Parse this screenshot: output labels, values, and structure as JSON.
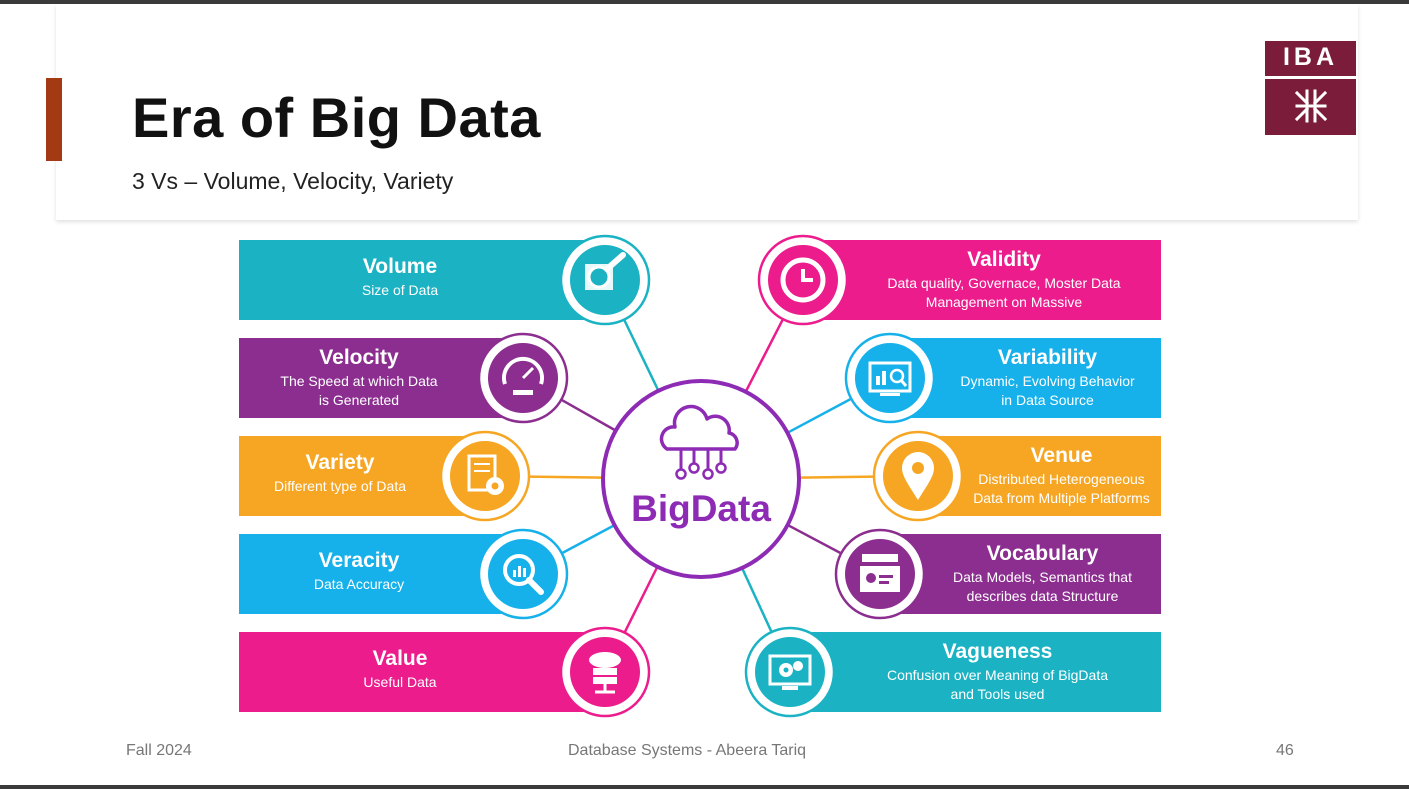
{
  "slide": {
    "title": "Era of Big Data",
    "subtitle": "3 Vs – Volume, Velocity, Variety",
    "accent_color": "#a33a14",
    "logo": {
      "text": "IBA",
      "color": "#7b1c3a"
    }
  },
  "diagram": {
    "center_label": "BigData",
    "center_color": "#8e2bb5",
    "center_icon": "cloud-network-icon",
    "left_cards": [
      {
        "title": "Volume",
        "desc": [
          "Size of Data"
        ],
        "color": "#1bb3c4",
        "icon": "data-magnifier-icon"
      },
      {
        "title": "Velocity",
        "desc": [
          "The Speed at which Data",
          "is Generated"
        ],
        "color": "#8b2e8f",
        "icon": "speedometer-icon"
      },
      {
        "title": "Variety",
        "desc": [
          "Different type of Data"
        ],
        "color": "#f6a623",
        "icon": "document-gears-icon"
      },
      {
        "title": "Veracity",
        "desc": [
          "Data Accuracy"
        ],
        "color": "#16b1ea",
        "icon": "search-chart-icon"
      },
      {
        "title": "Value",
        "desc": [
          "Useful Data"
        ],
        "color": "#ec1c8c",
        "icon": "cloud-server-icon"
      }
    ],
    "right_cards": [
      {
        "title": "Validity",
        "desc": [
          "Data quality, Governace, Moster Data",
          "Management on Massive"
        ],
        "color": "#ec1c8c",
        "icon": "clock-icon"
      },
      {
        "title": "Variability",
        "desc": [
          "Dynamic, Evolving Behavior",
          "in Data Source"
        ],
        "color": "#16b1ea",
        "icon": "monitor-analytics-icon"
      },
      {
        "title": "Venue",
        "desc": [
          "Distributed Heterogeneous",
          "Data from Multiple Platforms"
        ],
        "color": "#f6a623",
        "icon": "location-pin-icon"
      },
      {
        "title": "Vocabulary",
        "desc": [
          "Data Models, Semantics that",
          "describes data Structure"
        ],
        "color": "#8b2e8f",
        "icon": "id-card-tray-icon"
      },
      {
        "title": "Vagueness",
        "desc": [
          "Confusion over Meaning of BigData",
          "and Tools used"
        ],
        "color": "#1bb3c4",
        "icon": "computer-gears-icon"
      }
    ]
  },
  "footer": {
    "left": "Fall 2024",
    "center": "Database Systems - Abeera Tariq",
    "right": "46"
  }
}
